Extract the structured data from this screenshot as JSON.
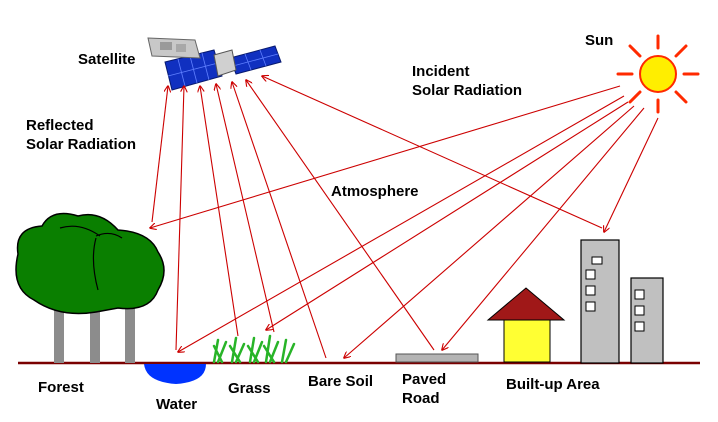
{
  "labels": {
    "satellite": "Satellite",
    "sun": "Sun",
    "incident": "Incident\nSolar Radiation",
    "reflected": "Reflected\nSolar Radiation",
    "atmosphere": "Atmosphere",
    "forest": "Forest",
    "water": "Water",
    "grass": "Grass",
    "bare_soil": "Bare Soil",
    "paved_road": "Paved\nRoad",
    "built_up": "Built-up Area"
  },
  "colors": {
    "ray": "#cc0000",
    "sun_fill": "#ffee00",
    "sun_rays": "#ff2a00",
    "foliage": "#0a7f00",
    "trunk": "#8c8c8c",
    "water": "#0033ff",
    "grass": "#28b428",
    "road": "#b4b4b4",
    "house_roof": "#a01818",
    "house_wall": "#ffff33",
    "building": "#c0c0c0",
    "ground": "#7a0000",
    "panel": "#1030c0"
  }
}
